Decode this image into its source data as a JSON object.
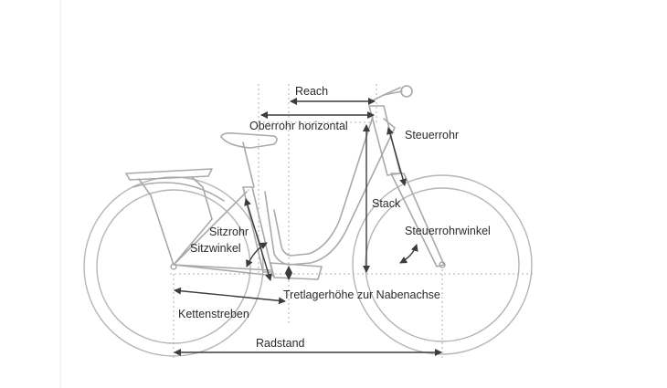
{
  "diagram": {
    "labels": {
      "reach": "Reach",
      "top_tube": "Oberrohr horizontal",
      "head_tube": "Steuerrohr",
      "stack": "Stack",
      "seat_tube": "Sitzrohr",
      "seat_angle": "Sitzwinkel",
      "head_angle": "Steuerrohrwinkel",
      "bb_drop": "Tretlagerhöhe zur Nabenachse",
      "chainstay": "Kettenstreben",
      "wheelbase": "Radstand"
    },
    "colors": {
      "frame": "#a9a9a9",
      "dimension": "#3c3c3c",
      "text": "#2b2b2b"
    }
  }
}
